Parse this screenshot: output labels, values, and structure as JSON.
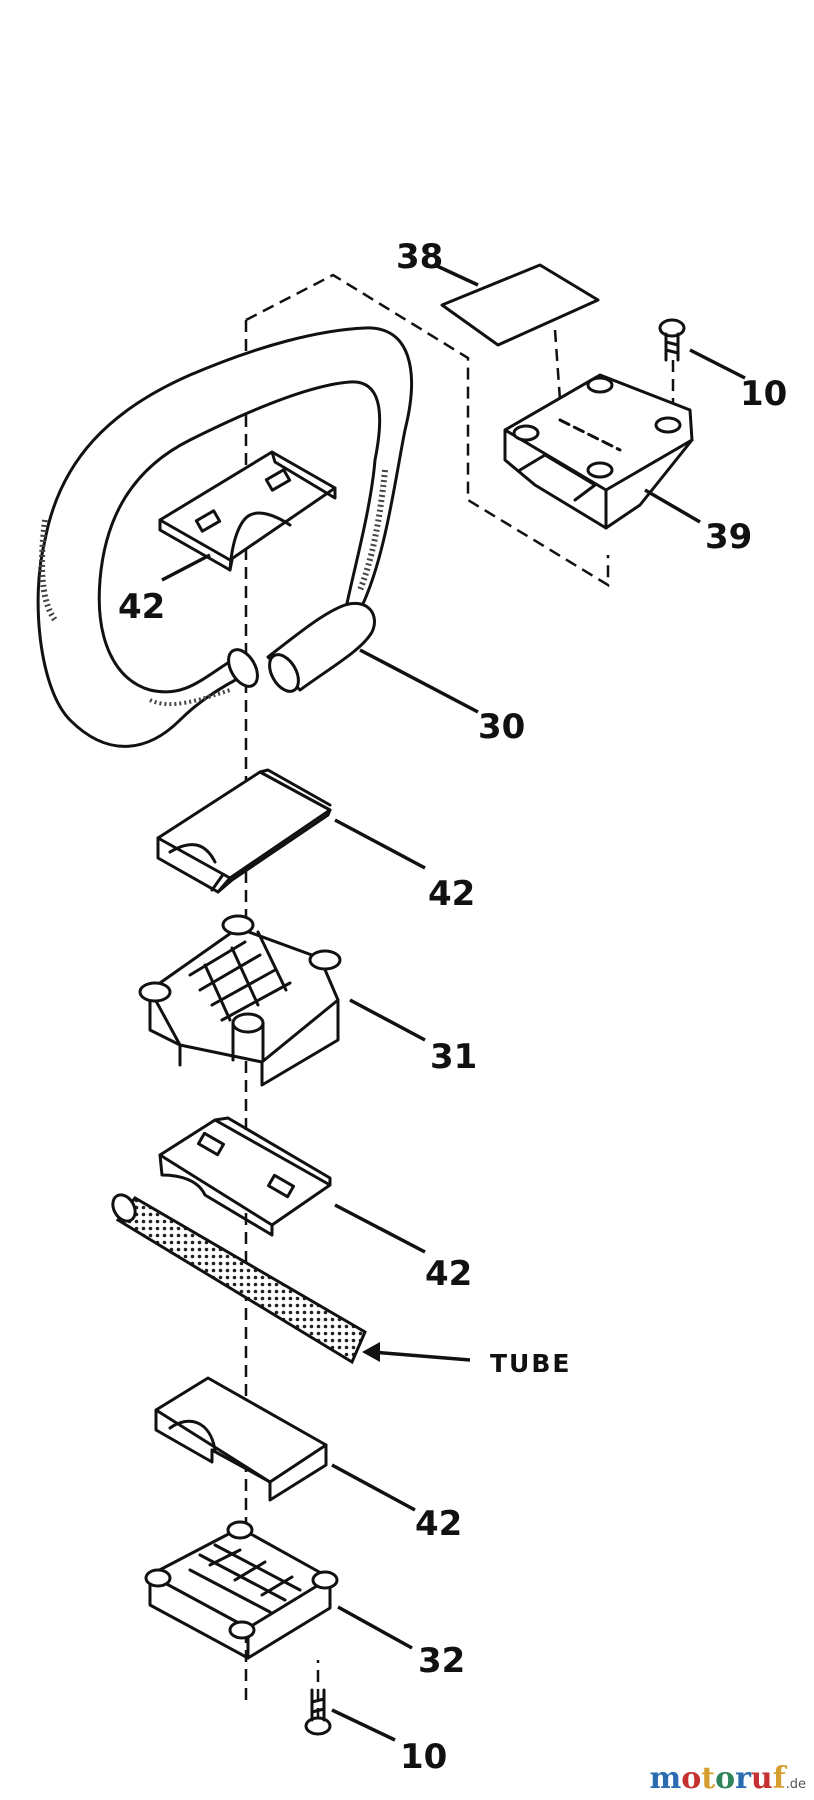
{
  "diagram": {
    "labels": {
      "p38": "38",
      "p10_top": "10",
      "p39": "39",
      "p42_a": "42",
      "p30": "30",
      "p42_b": "42",
      "p31": "31",
      "p42_c": "42",
      "tube": "TUBE",
      "p42_d": "42",
      "p32": "32",
      "p10_bottom": "10"
    }
  },
  "watermark": {
    "m": "m",
    "o1": "o",
    "t": "t",
    "o2": "o",
    "r": "r",
    "u": "u",
    "f": "f",
    "suffix": ".de",
    "colors": {
      "m": "#2b6cb0",
      "o1": "#c53030",
      "t": "#d69e2e",
      "o2": "#2f855a",
      "r": "#2b6cb0",
      "u": "#c53030",
      "f": "#d69e2e"
    }
  }
}
